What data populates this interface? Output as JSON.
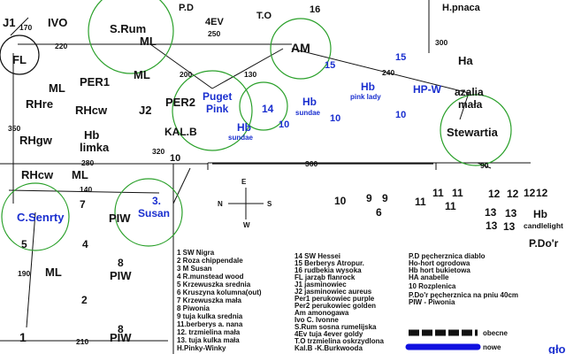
{
  "labels": {
    "j1": "J1",
    "ivo": "IVO",
    "srum": "S.Rum",
    "pd": "P.D",
    "ev4": "4EV",
    "to": "T.O",
    "n16": "16",
    "hpnaca": "H.pnaca",
    "fl": "FL",
    "ml_a": "ML",
    "ml_b": "ML",
    "am": "AM",
    "n15_a": "15",
    "n15_b": "15",
    "ha": "Ha",
    "per1": "PER1",
    "ml_c": "ML",
    "puget": "Puget",
    "pink": "Pink",
    "hpw": "HP-W",
    "azalia": "azalia",
    "mala": "mała",
    "rhre": "RHre",
    "rhcw_a": "RHcw",
    "j2": "J2",
    "per2": "PER2",
    "n14": "14",
    "hb_sundae1": "Hb",
    "sundae1": "sundae",
    "hb_pl": "Hb",
    "pinklady": "pink lady",
    "n10_a": "10",
    "n10_b": "10",
    "stewartia": "Stewartia",
    "hb_limka": "Hb",
    "limka": "limka",
    "kalb": "KAL.B",
    "hb_sundae2": "Hb",
    "sundae2": "sundae",
    "n10_c": "10",
    "n10_d": "10",
    "rhgw": "RHgw",
    "rhcw_b": "RHcw",
    "ml_d": "ML",
    "csenrty": "C.Senrty",
    "n7": "7",
    "susan1": "3.",
    "susan2": "Susan",
    "piw_a": "PIW",
    "n10_e": "10",
    "n9_a": "9",
    "n9_b": "9",
    "n6": "6",
    "n11_a": "11",
    "n11_b": "11",
    "n11_c": "11",
    "n11_d": "11",
    "n12_a": "12",
    "n12_b": "12",
    "n12_c": "12",
    "n12_d": "12",
    "n13_a": "13",
    "n13_b": "13",
    "n13_c": "13",
    "n13_d": "13",
    "hb_candle": "Hb",
    "candlelight": "candlelight",
    "pdor": "P.Do'r",
    "n5": "5",
    "n4": "4",
    "ml_e": "ML",
    "n8_a": "8",
    "piw_b": "PIW",
    "n2": "2",
    "n1": "1",
    "n8_b": "8",
    "piw_c": "PIW",
    "glo": "gło"
  },
  "dimensions": {
    "d170": "170",
    "d220": "220",
    "d250": "250",
    "d300": "300",
    "d200": "200",
    "d130": "130",
    "d240": "240",
    "d350": "350",
    "d280": "280",
    "d320": "320",
    "d360": "360",
    "d90": "90",
    "d140": "140",
    "d190": "190",
    "d210": "210"
  },
  "compass": {
    "n": "E",
    "w": "N",
    "e": "S",
    "s": "W"
  },
  "legend_col1": [
    "1  SW Nigra",
    "2  Roza chippendale",
    "3  M Susan",
    "4  R.munstead wood",
    "5  Krzewuszka srednia",
    "6  Kruszyna kolumna(out)",
    "7  Krzewuszka mała",
    "8  Piwonia",
    "9  tuja kulka srednia",
    "11.berberys a. nana",
    "12. trzmielina mała",
    "13. tuja kulka mała",
    "H.Pinky-Winky"
  ],
  "legend_col2": [
    "14 SW Hessei",
    "15 Berberys Atropur.",
    "16 rudbekia wysoka",
    "FL jarząb flanrock",
    "J1 jasminowiec",
    "J2 jasminowiec aureus",
    "Per1 perukowiec purple",
    "Per2 perukowiec golden",
    "Am amonogawa",
    "Ivo C. Ivonne",
    "S.Rum sosna rumelijska",
    "4Ev tuja 4ever goldy",
    "T.O trzmielina oskrzydlona",
    "Kal.B -K.Burkwooda"
  ],
  "legend_col3": [
    "P.D pęcherznica diablo",
    "Ho-hort ogrodowa",
    "Hb hort bukietowa",
    "HA anabelle",
    "10 Rozplenica",
    "P.Do'r pęcherznica na pniu 40cm",
    "PIW - Piwonia"
  ],
  "key": {
    "existing_label": "obecne",
    "new_label": "nowe"
  },
  "colors": {
    "circle": "#2aa02a",
    "blue_text": "#1a2fcf",
    "new_line": "#1010e0",
    "line": "#111111"
  }
}
